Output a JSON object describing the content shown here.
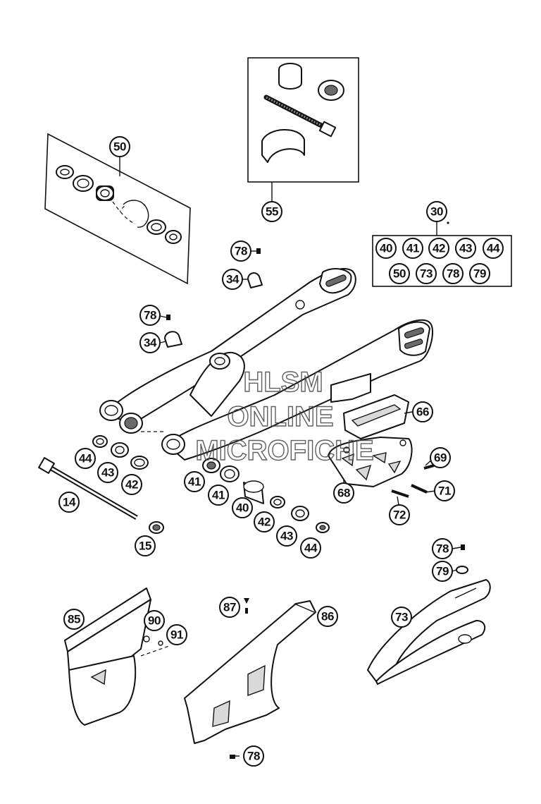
{
  "watermark": {
    "line1": "HLSM",
    "line2": "ONLINE",
    "line3": "MICROFICHE"
  },
  "callouts": {
    "c50_kit": "50",
    "c55": "55",
    "c30": "30",
    "c78_a": "78",
    "c34_a": "34",
    "c78_b": "78",
    "c34_b": "34",
    "c66": "66",
    "c44_a": "44",
    "c43_a": "43",
    "c42_a": "42",
    "c14": "14",
    "c15": "15",
    "c41_a": "41",
    "c41_b": "41",
    "c40": "40",
    "c42_b": "42",
    "c43_b": "43",
    "c44_b": "44",
    "c68": "68",
    "c69": "69",
    "c71": "71",
    "c72": "72",
    "c78_c": "78",
    "c79": "79",
    "c73": "73",
    "c85": "85",
    "c90": "90",
    "c91": "91",
    "c87": "87",
    "c86": "86",
    "c78_d": "78"
  },
  "kit_box": {
    "row1": [
      "40",
      "41",
      "42",
      "43",
      "44"
    ],
    "row2": [
      "50",
      "73",
      "78",
      "79"
    ]
  }
}
